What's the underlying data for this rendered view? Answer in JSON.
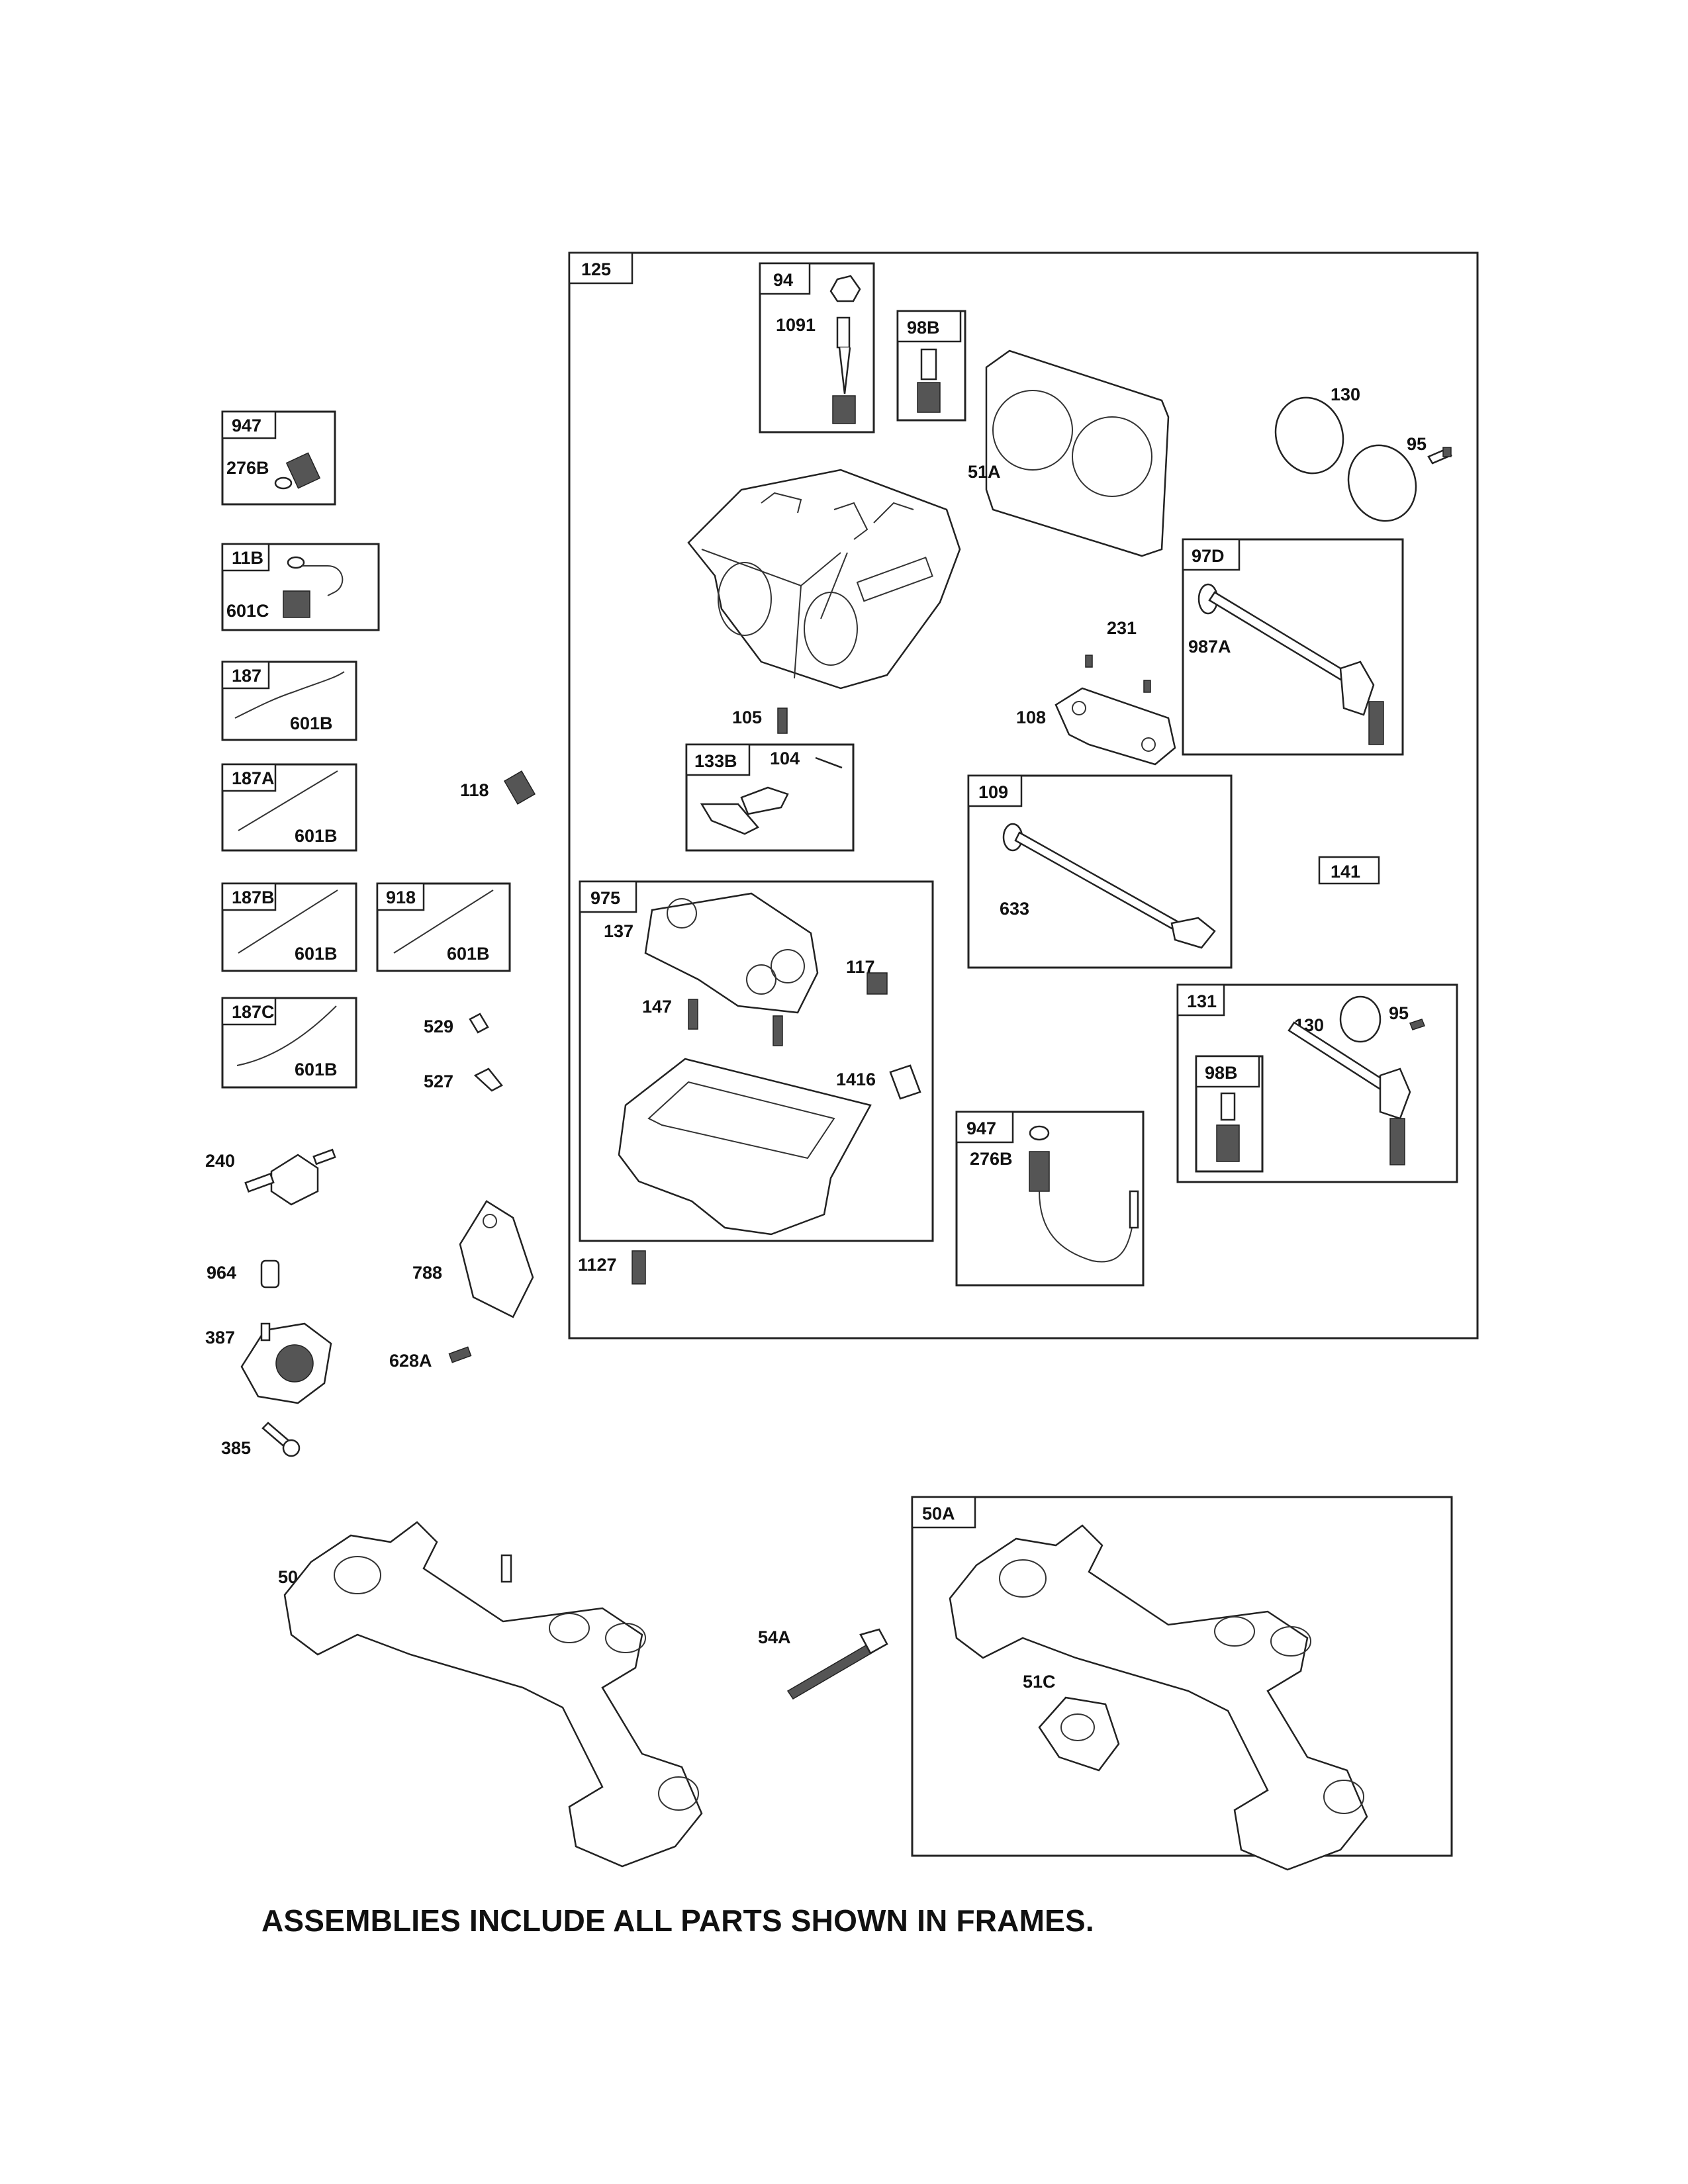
{
  "labels": {
    "l125": "125",
    "l94": "94",
    "l1091": "1091",
    "l98b_top": "98B",
    "l51a": "51A",
    "l130_top": "130",
    "l95_top": "95",
    "l97d": "97D",
    "l987a": "987A",
    "l231": "231",
    "l108": "108",
    "l105": "105",
    "l133b": "133B",
    "l104": "104",
    "l109": "109",
    "l633": "633",
    "l141": "141",
    "l975": "975",
    "l137": "137",
    "l117": "117",
    "l147": "147",
    "l1416": "1416",
    "l1127": "1127",
    "l131": "131",
    "l130_mid": "130",
    "l95_mid": "95",
    "l98b_mid": "98B",
    "l947_mid": "947",
    "l276b_mid": "276B",
    "l947_left": "947",
    "l276b_left": "276B",
    "l11b": "11B",
    "l601c": "601C",
    "l187": "187",
    "l601b_1": "601B",
    "l187a": "187A",
    "l601b_2": "601B",
    "l187b": "187B",
    "l601b_3": "601B",
    "l918": "918",
    "l601b_4": "601B",
    "l187c": "187C",
    "l601b_5": "601B",
    "l118": "118",
    "l529": "529",
    "l527": "527",
    "l240": "240",
    "l964": "964",
    "l788": "788",
    "l387": "387",
    "l628a": "628A",
    "l385": "385",
    "l50": "50",
    "l54a": "54A",
    "l50a": "50A",
    "l51c": "51C"
  },
  "footer": "ASSEMBLIES INCLUDE ALL PARTS SHOWN IN FRAMES."
}
